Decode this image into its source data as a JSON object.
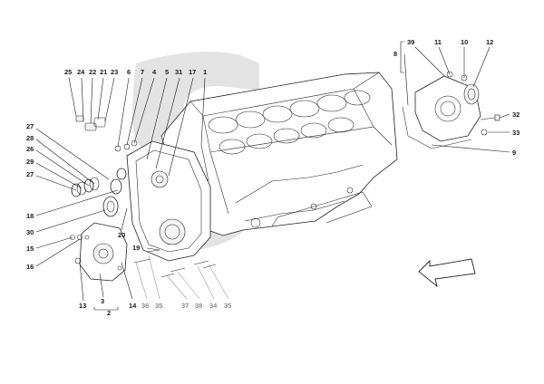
{
  "diagram": {
    "watermark": "logo-s-shape",
    "direction_arrow": "arrow-icon",
    "labels": {
      "l25": "25",
      "l24": "24",
      "l22": "22",
      "l21": "21",
      "l23": "23",
      "l6": "6",
      "l7": "7",
      "l4": "4",
      "l5": "5",
      "l31": "31",
      "l17": "17",
      "l1": "1",
      "l39": "39",
      "l8": "8",
      "l11": "11",
      "l10": "10",
      "l12": "12",
      "l32": "32",
      "l33": "33",
      "l9": "9",
      "l27a": "27",
      "l28": "28",
      "l26": "26",
      "l29": "29",
      "l27b": "27",
      "l18": "18",
      "l30": "30",
      "l20": "20",
      "l15": "15",
      "l16": "16",
      "l19": "19",
      "l13": "13",
      "l3": "3",
      "l2": "2",
      "l14": "14",
      "l36": "36",
      "l35a": "35",
      "l37": "37",
      "l38": "38",
      "l34": "34",
      "l35b": "35"
    }
  }
}
